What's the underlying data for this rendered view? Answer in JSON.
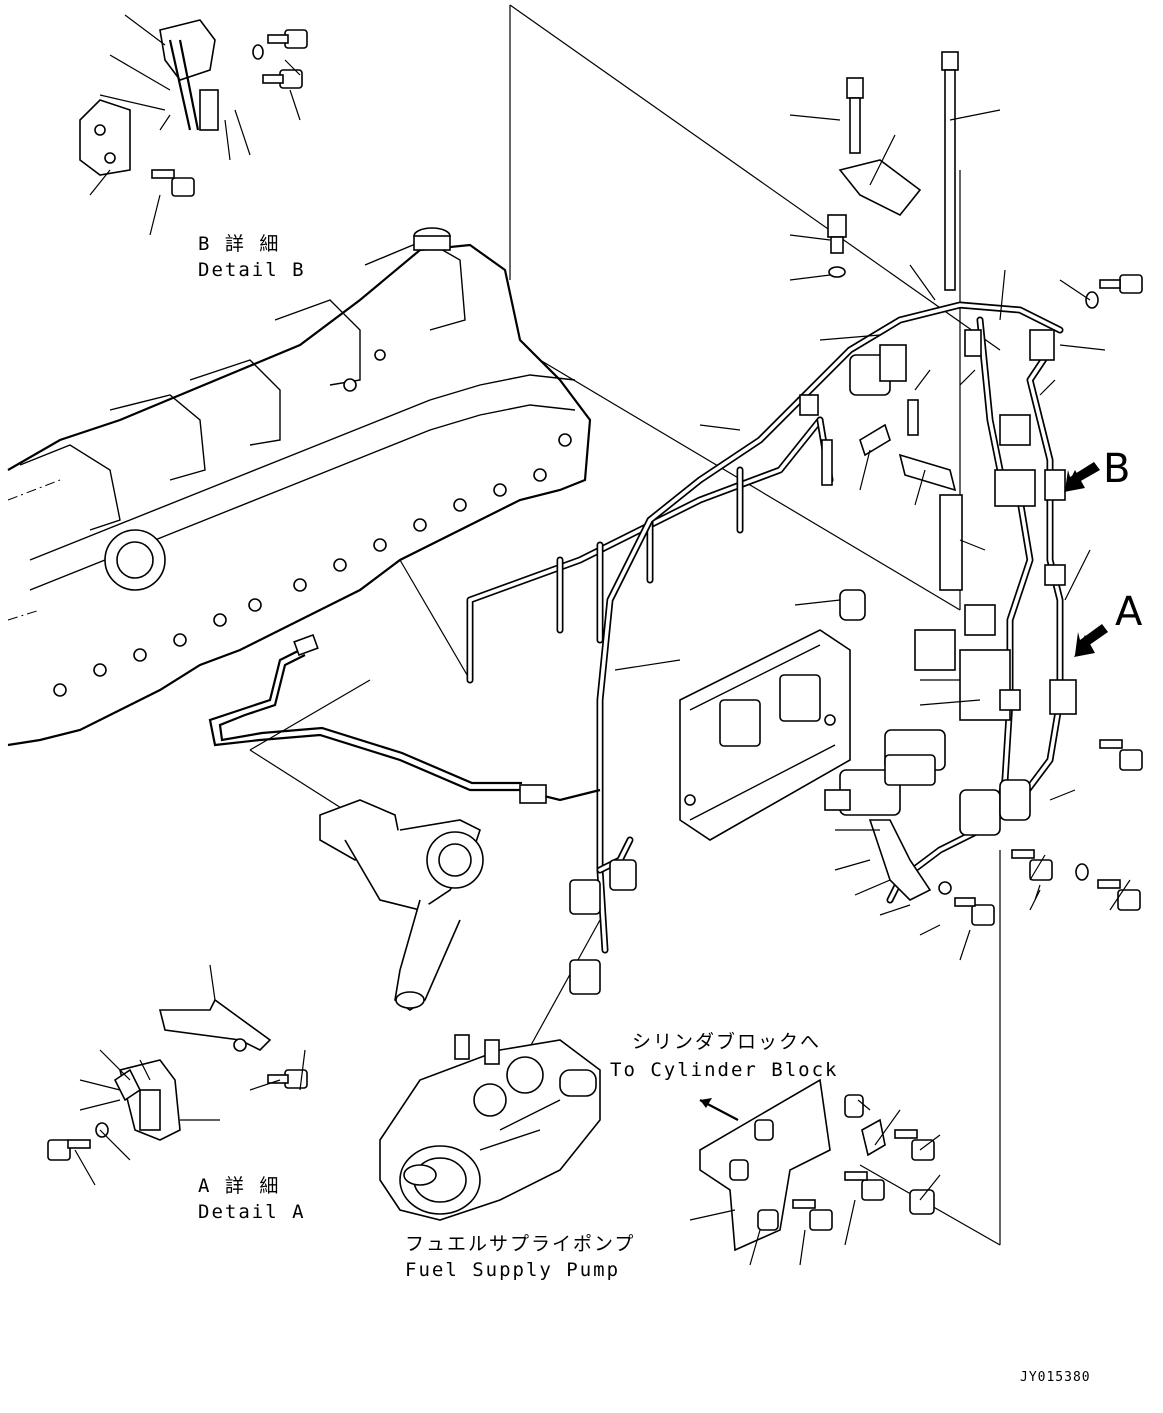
{
  "labels": {
    "detail_b_jp": "B 詳 細",
    "detail_b_en": "Detail B",
    "detail_a_jp": "A 詳 細",
    "detail_a_en": "Detail A",
    "to_cylinder_jp": "シリンダブロックへ",
    "to_cylinder_en": "To Cylinder Block",
    "fuel_pump_jp": "フュエルサプライポンプ",
    "fuel_pump_en": "Fuel Supply Pump",
    "view_b": "B",
    "view_a": "A",
    "drawing_code": "JY015380"
  }
}
